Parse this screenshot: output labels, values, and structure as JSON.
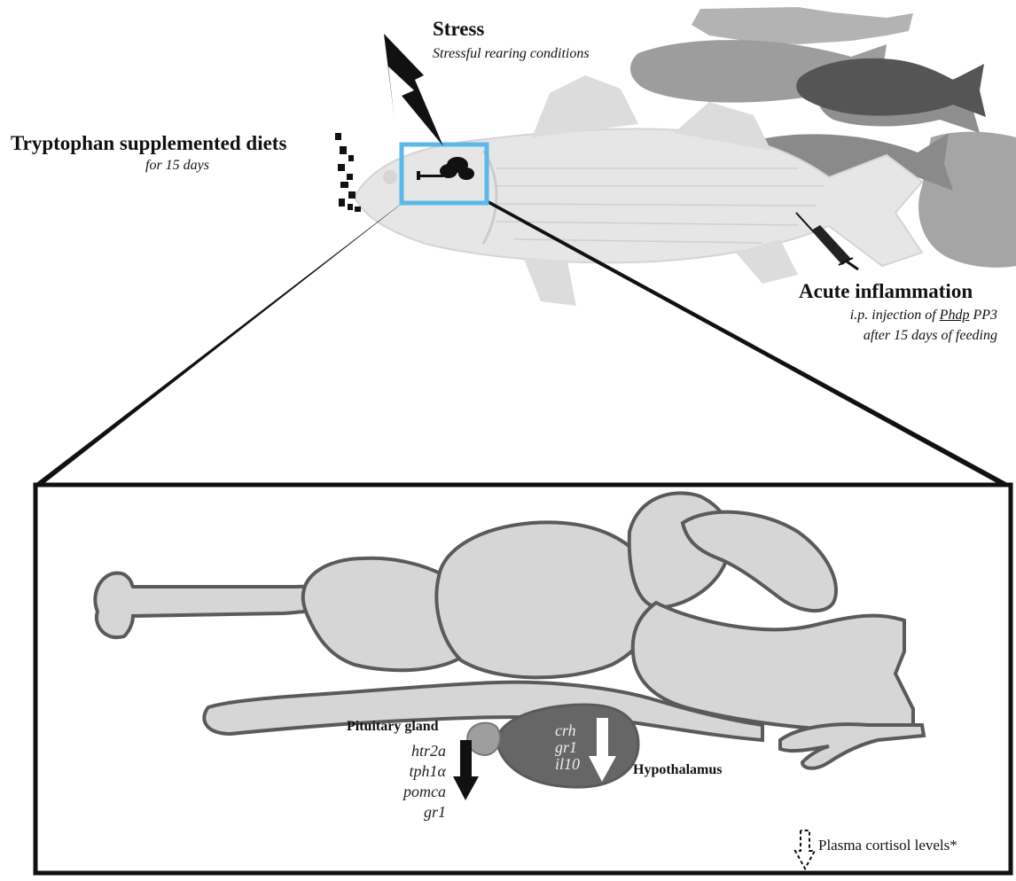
{
  "stress": {
    "title": "Stress",
    "subtitle": "Stressful rearing conditions"
  },
  "diet": {
    "title": "Tryptophan supplemented diets",
    "subtitle": "for 15 days"
  },
  "inflammation": {
    "title": "Acute inflammation",
    "line1_prefix": "i.p. injection of ",
    "line1_pathogen": "Phdp",
    "line1_suffix": " PP3",
    "line2": "after 15 days of feeding"
  },
  "pituitary": {
    "label": "Pituitary gland",
    "genes": [
      "htr2a",
      "tph1α",
      "pomca",
      "gr1"
    ],
    "direction": "down"
  },
  "hypothalamus": {
    "label": "Hypothalamus",
    "genes": [
      "crh",
      "gr1",
      "il10"
    ],
    "direction": "down"
  },
  "cortisol": {
    "label": "Plasma cortisol levels*",
    "direction": "down"
  },
  "colors": {
    "brain_fill": "#d6d6d6",
    "brain_outline": "#5a5a5a",
    "hypothalamus_fill": "#666666",
    "pituitary_fill": "#9e9e9e",
    "highlight_box": "#5bb8ea",
    "fish_fill": "#e6e6e6",
    "background_fish": "#9d9d9d",
    "dark_fish": "#555555"
  }
}
